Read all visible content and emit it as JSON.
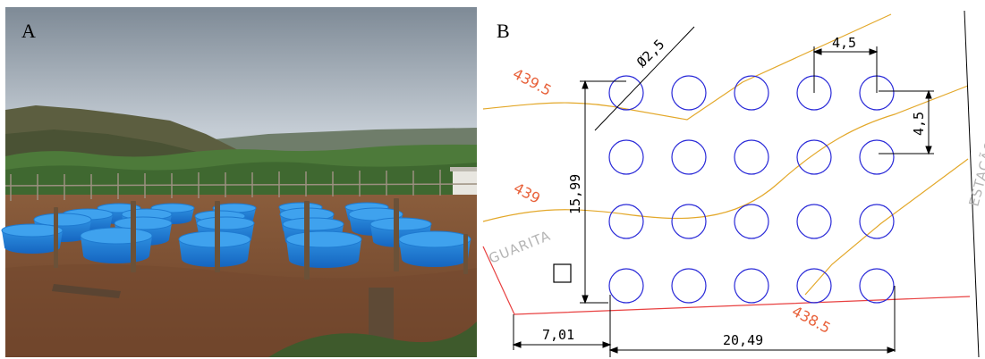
{
  "panels": {
    "a": {
      "letter": "A"
    },
    "b": {
      "letter": "B"
    }
  },
  "diagram": {
    "diameter_label": "Ø2,5",
    "spacing_h_label": "4,5",
    "spacing_v_label": "4,5",
    "height_label": "15,99",
    "offset_label": "7,01",
    "width_label": "20,49",
    "contours": [
      "439.5",
      "439",
      "438.5"
    ],
    "guard_label": "GUARITA",
    "station_label": "ESTAÇÃO INMET",
    "grid": {
      "rows": 4,
      "cols": 5
    }
  },
  "colors": {
    "circle": "#2a2ad8",
    "contour_line": "#e3a82a",
    "contour_label": "#e8613a",
    "boundary": "#e84040",
    "gray_text": "#b4b4b4"
  }
}
